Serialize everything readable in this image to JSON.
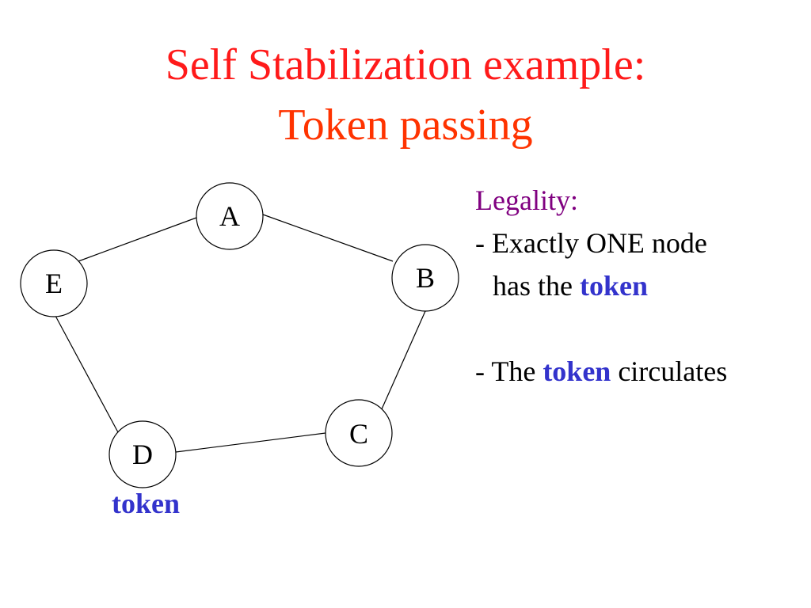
{
  "title": {
    "line1": "Self Stabilization example:",
    "line2": "Token passing",
    "line1_color": "#ff1a1a",
    "line2_color": "#ff3300"
  },
  "diagram": {
    "nodes": [
      {
        "id": "A",
        "label": "A"
      },
      {
        "id": "B",
        "label": "B"
      },
      {
        "id": "C",
        "label": "C"
      },
      {
        "id": "D",
        "label": "D"
      },
      {
        "id": "E",
        "label": "E"
      }
    ],
    "edges": [
      [
        "A",
        "B"
      ],
      [
        "B",
        "C"
      ],
      [
        "C",
        "D"
      ],
      [
        "D",
        "E"
      ],
      [
        "E",
        "A"
      ]
    ],
    "token_holder": "D",
    "token_label": "token",
    "token_color": "#3333cc"
  },
  "legality": {
    "heading": "Legality:",
    "heading_color": "#800080",
    "rule1_prefix": "- Exactly ONE node",
    "rule1_cont_prefix": "has the ",
    "rule1_keyword": "token",
    "rule2_prefix": "- The ",
    "rule2_keyword": "token",
    "rule2_suffix": " circulates",
    "keyword_color": "#3333cc"
  }
}
